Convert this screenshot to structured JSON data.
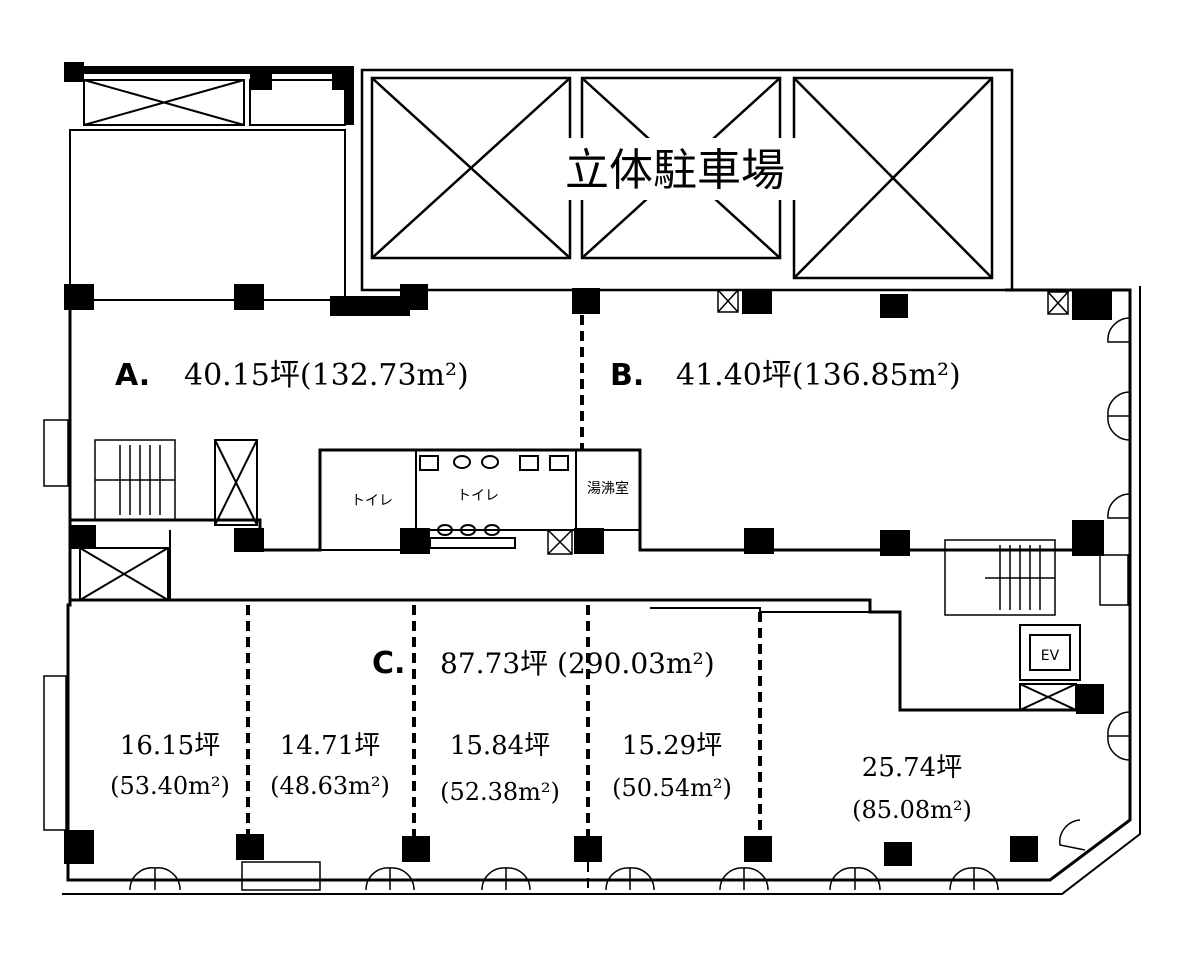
{
  "parking": {
    "label": "立体駐車場"
  },
  "units": {
    "a": {
      "letter": "A.",
      "area": "40.15坪(132.73m²)"
    },
    "b": {
      "letter": "B.",
      "area": "41.40坪(136.85m²)"
    },
    "c": {
      "letter": "C.",
      "area": "87.73坪 (290.03m²)"
    }
  },
  "subunits": [
    {
      "tsubo": "16.15坪",
      "sqm": "(53.40m²)"
    },
    {
      "tsubo": "14.71坪",
      "sqm": "(48.63m²)"
    },
    {
      "tsubo": "15.84坪",
      "sqm": "(52.38m²)"
    },
    {
      "tsubo": "15.29坪",
      "sqm": "(50.54m²)"
    },
    {
      "tsubo": "25.74坪",
      "sqm": "(85.08m²)"
    }
  ],
  "rooms": {
    "toilet_left": "トイレ",
    "toilet_right": "トイレ",
    "kitchenette": "湯沸室",
    "elevator": "EV"
  },
  "colors": {
    "ink": "#000000",
    "paper": "#ffffff"
  }
}
